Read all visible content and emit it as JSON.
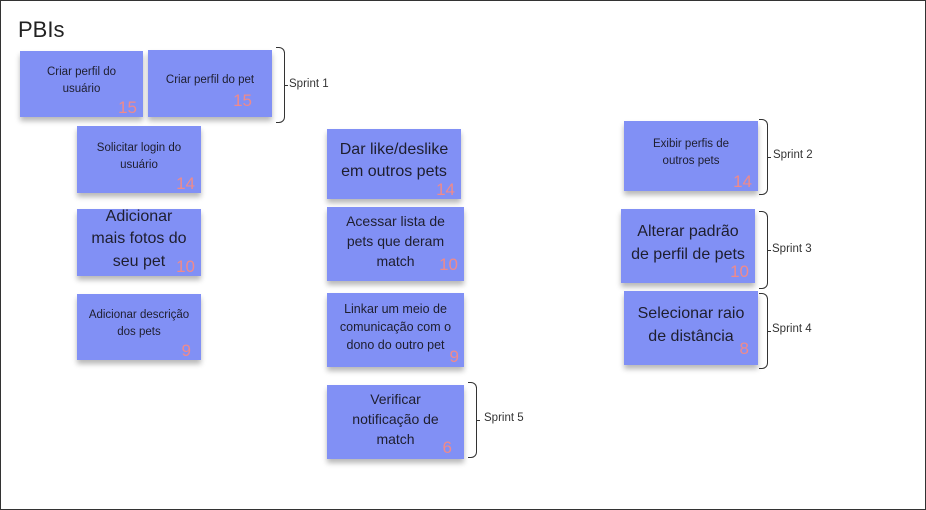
{
  "board": {
    "title": "PBIs"
  },
  "notes": [
    {
      "text": "Criar perfil do usuário",
      "points": "15"
    },
    {
      "text": "Criar perfil do pet",
      "points": "15"
    },
    {
      "text": "Solicitar login do usuário",
      "points": "14"
    },
    {
      "text": "Adicionar mais fotos do seu pet",
      "points": "10"
    },
    {
      "text": "Adicionar descrição dos pets",
      "points": "9"
    },
    {
      "text": "Dar like/deslike em outros pets",
      "points": "14"
    },
    {
      "text": "Acessar lista de pets que deram match",
      "points": "10"
    },
    {
      "text": "Linkar um meio de comunicação com o dono do outro pet",
      "points": "9"
    },
    {
      "text": "Verificar notificação de match",
      "points": "6"
    },
    {
      "text": "Exibir perfis de outros pets",
      "points": "14"
    },
    {
      "text": "Alterar padrão de perfil de pets",
      "points": "10"
    },
    {
      "text": "Selecionar raio de distância",
      "points": "8"
    }
  ],
  "sprints": [
    {
      "label": "Sprint 1"
    },
    {
      "label": "Sprint 2"
    },
    {
      "label": "Sprint 3"
    },
    {
      "label": "Sprint 4"
    },
    {
      "label": "Sprint 5"
    }
  ],
  "colors": {
    "note_fill": "#8190f5",
    "points_text": "#f08a8a"
  }
}
